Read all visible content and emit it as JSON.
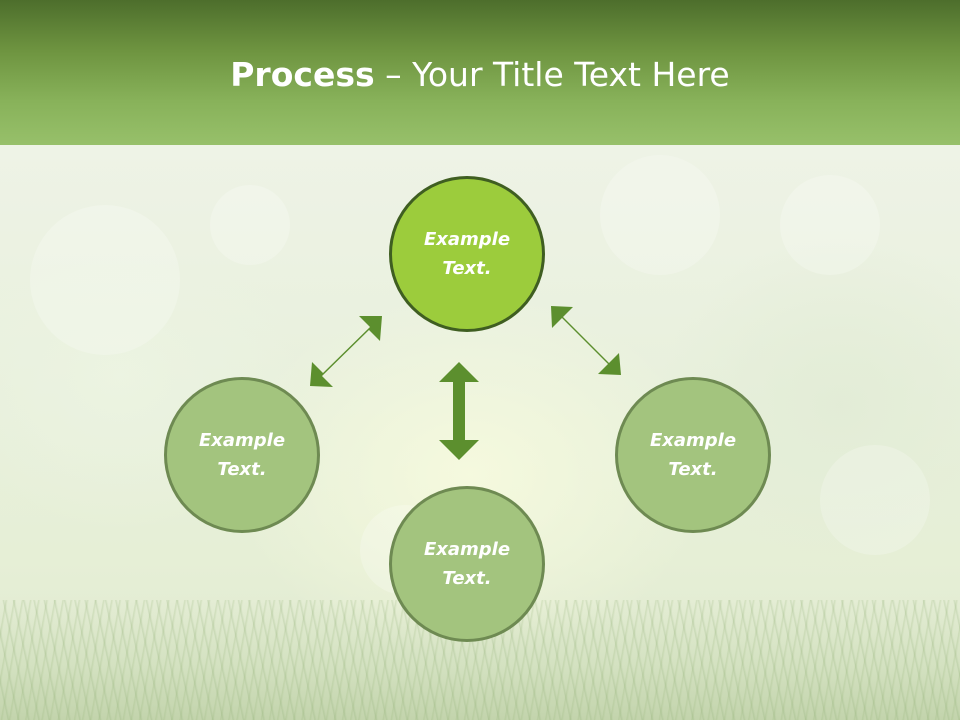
{
  "title": {
    "bold": "Process",
    "rest": " – Your Title Text Here"
  },
  "nodes": {
    "top": "Example Text.",
    "left": "Example Text.",
    "right": "Example Text.",
    "bottom": "Example Text."
  },
  "colors": {
    "header_dark": "#4d6e2c",
    "header_light": "#97c06a",
    "node_primary": "#9ccc3c",
    "node_secondary": "#a3c47e",
    "arrow": "#5c8f2e"
  }
}
